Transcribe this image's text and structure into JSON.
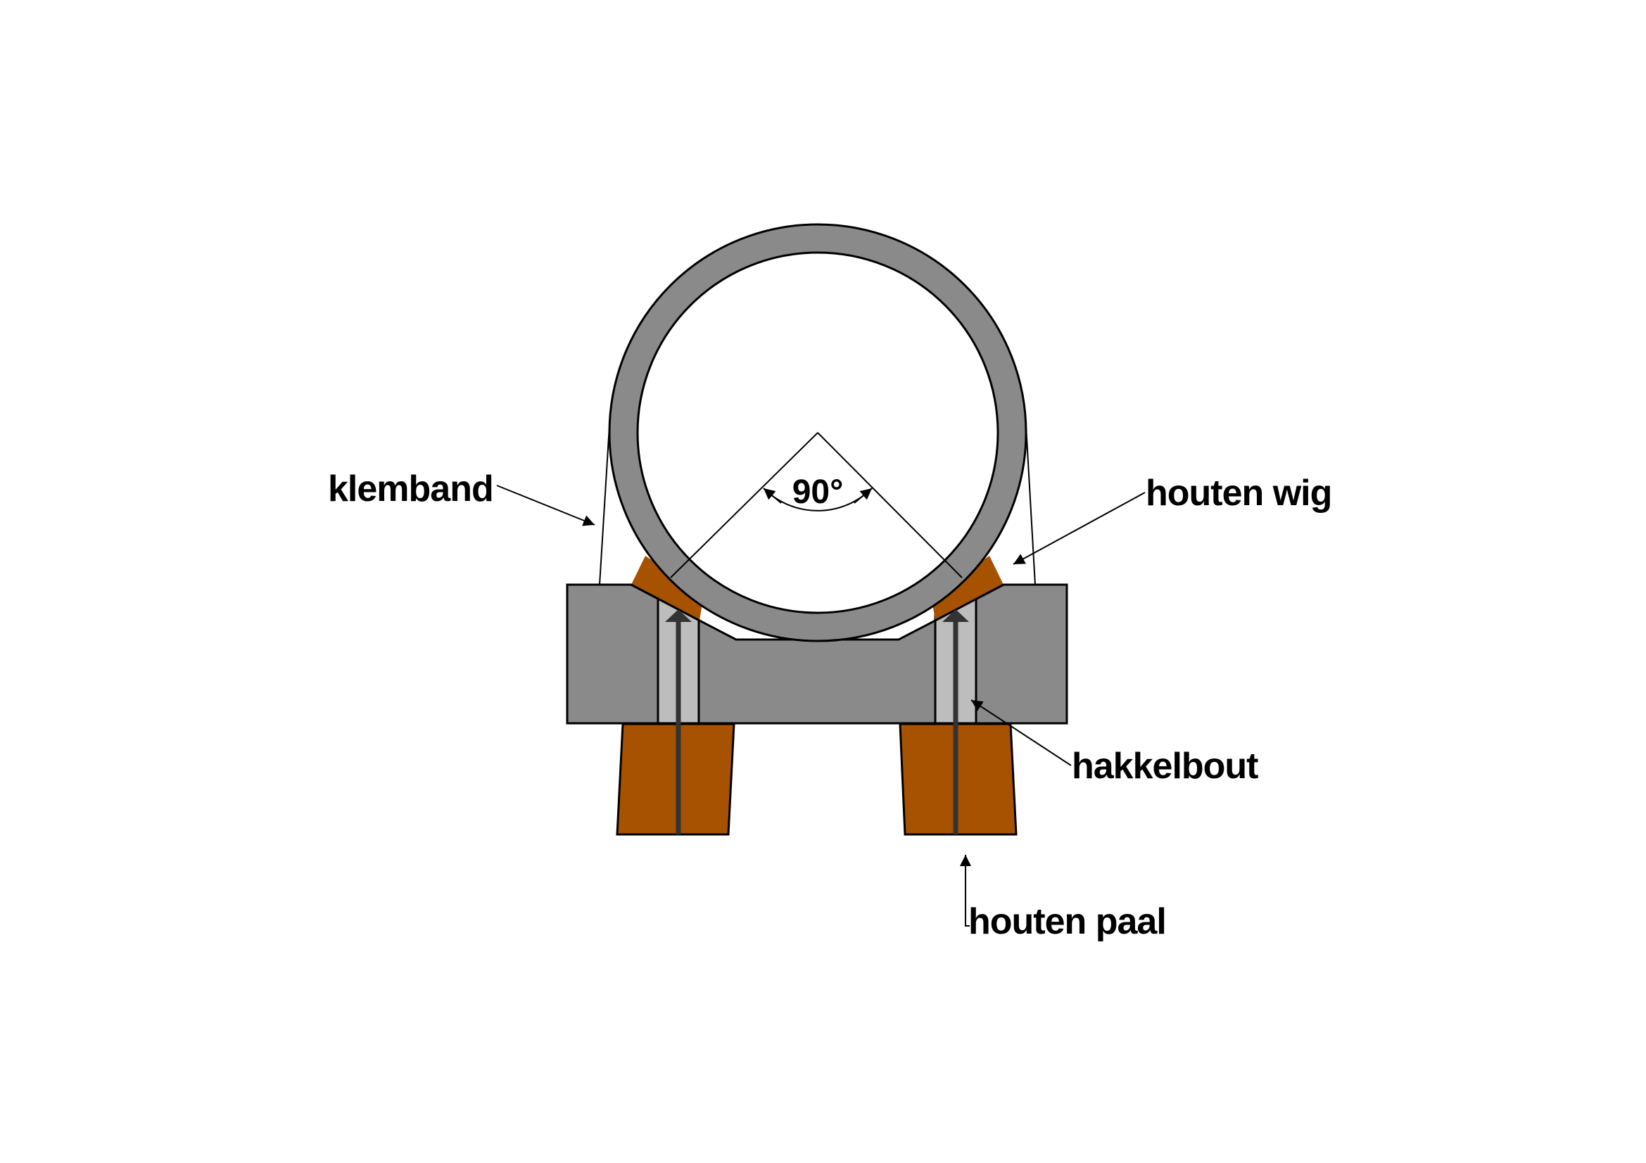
{
  "labels": {
    "clamp_band": "klemband",
    "wooden_wedge": "houten wig",
    "hook_bolt": "hakkelbout",
    "wooden_pile": "houten paal",
    "angle": "90°"
  },
  "colors": {
    "steel": "#8a8a8a",
    "bolt_sleeve": "#bdbdbd",
    "wood": "#a65200",
    "line": "#000000"
  }
}
